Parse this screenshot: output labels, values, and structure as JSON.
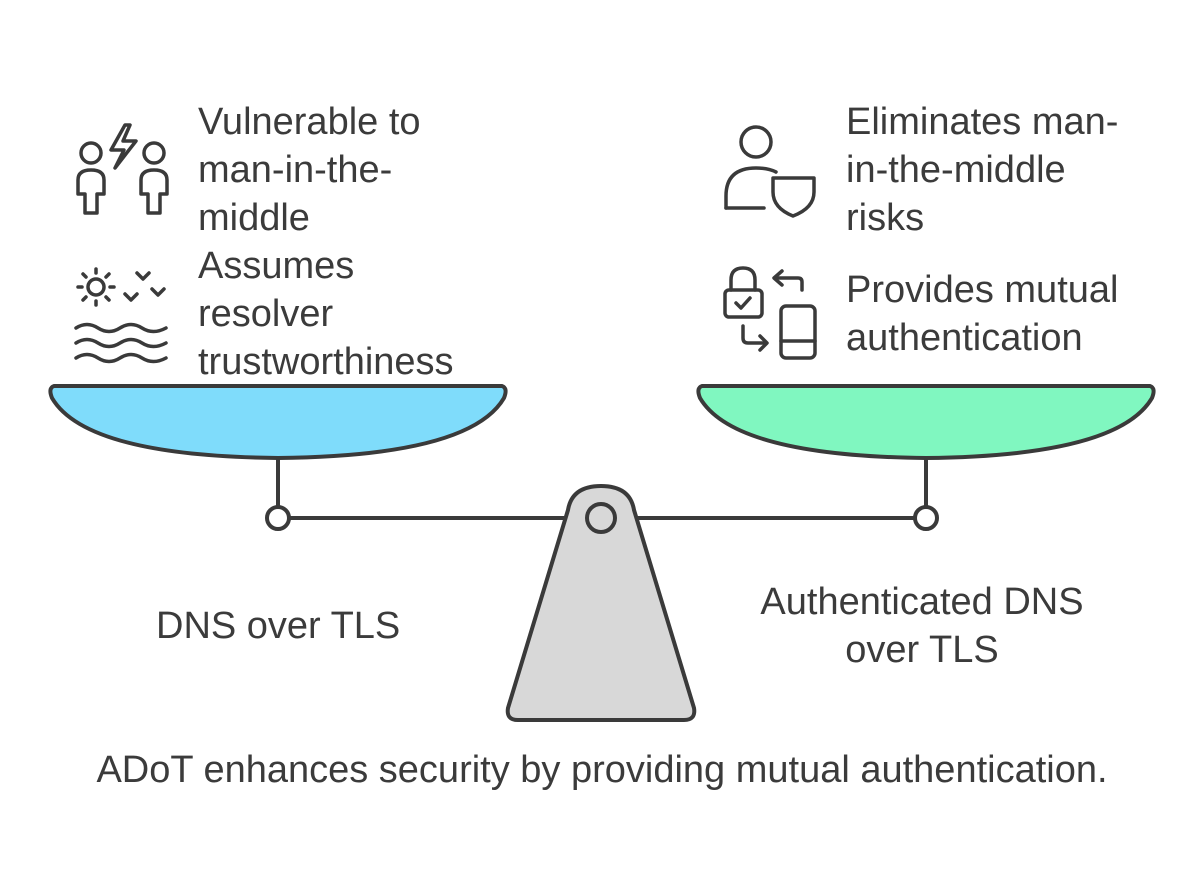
{
  "diagram": {
    "left_pan": {
      "label_lines": [
        "DNS over TLS"
      ],
      "items": [
        {
          "icon": "people-lightning-icon",
          "lines": [
            "Vulnerable to",
            "man-in-the-",
            "middle"
          ]
        },
        {
          "icon": "sun-water-icon",
          "lines": [
            "Assumes",
            "resolver",
            "trustworthiness"
          ]
        }
      ],
      "color": "#7fdcfb"
    },
    "right_pan": {
      "label_lines": [
        "Authenticated DNS",
        "over TLS"
      ],
      "items": [
        {
          "icon": "user-shield-icon",
          "lines": [
            "Eliminates man-",
            "in-the-middle",
            "risks"
          ]
        },
        {
          "icon": "lock-phone-icon",
          "lines": [
            "Provides mutual",
            "authentication"
          ]
        }
      ],
      "color": "#80f7c0"
    },
    "fulcrum_color": "#d8d8d8",
    "caption": "ADoT enhances security by providing mutual authentication."
  }
}
